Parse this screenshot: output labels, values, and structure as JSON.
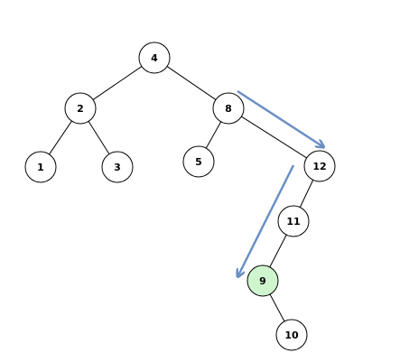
{
  "tree": {
    "nodes": [
      {
        "id": "n4",
        "label": "4",
        "highlight": false
      },
      {
        "id": "n2",
        "label": "2",
        "highlight": false
      },
      {
        "id": "n8",
        "label": "8",
        "highlight": false
      },
      {
        "id": "n1",
        "label": "1",
        "highlight": false
      },
      {
        "id": "n3",
        "label": "3",
        "highlight": false
      },
      {
        "id": "n5",
        "label": "5",
        "highlight": false
      },
      {
        "id": "n12",
        "label": "12",
        "highlight": false
      },
      {
        "id": "n11",
        "label": "11",
        "highlight": false
      },
      {
        "id": "n9",
        "label": "9",
        "highlight": true
      },
      {
        "id": "n10",
        "label": "10",
        "highlight": false
      }
    ],
    "edges": [
      [
        "n4",
        "n2"
      ],
      [
        "n4",
        "n8"
      ],
      [
        "n2",
        "n1"
      ],
      [
        "n2",
        "n3"
      ],
      [
        "n8",
        "n5"
      ],
      [
        "n8",
        "n12"
      ],
      [
        "n12",
        "n11"
      ],
      [
        "n11",
        "n9"
      ],
      [
        "n9",
        "n10"
      ]
    ],
    "traversal_arrows": [
      {
        "from": "n8",
        "to": "n12"
      },
      {
        "from": "n12",
        "to": "n9"
      }
    ]
  },
  "colors": {
    "node_fill": "#ffffff",
    "node_stroke": "#000000",
    "highlight_fill": "#cff5cf",
    "arrow": "#6b8fc4"
  }
}
